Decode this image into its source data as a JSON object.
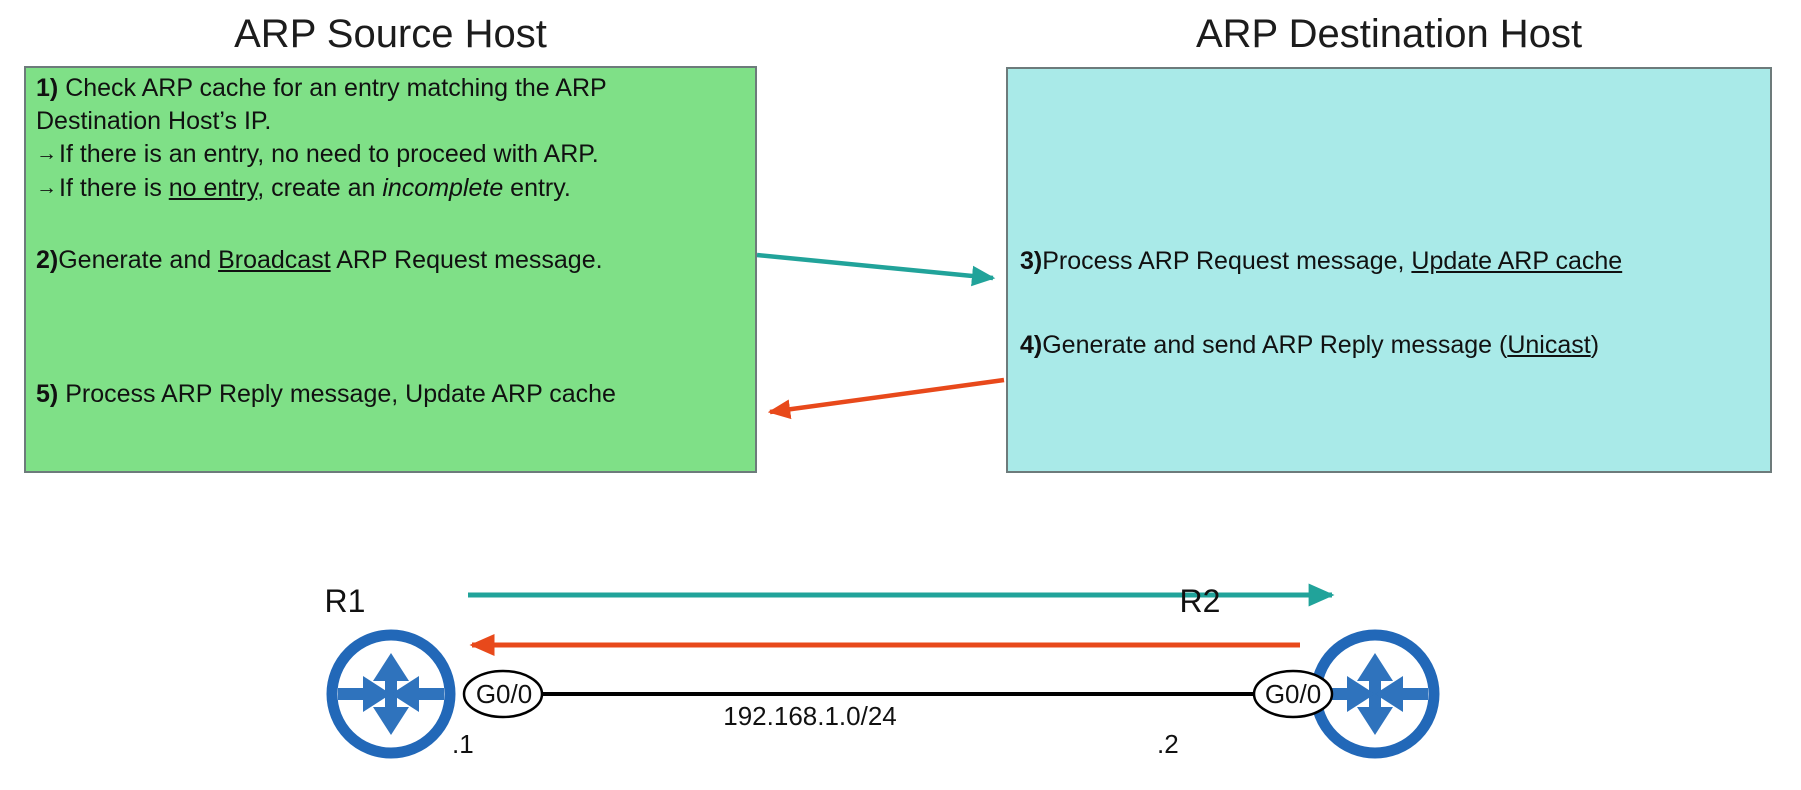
{
  "panels": {
    "source": {
      "title": "ARP Source Host",
      "fill": "#7fe087",
      "border": "#6d7b7b",
      "steps": {
        "step1_num": "1)",
        "step1_line1": "Check ARP cache for an entry matching the ARP",
        "step1_line2": "Destination Host’s IP.",
        "step1_sub1_prefix": "If there is an entry, no need to proceed with ARP.",
        "step1_sub2_a": "If there is ",
        "step1_sub2_underlined": "no entry",
        "step1_sub2_b": ", create an ",
        "step1_sub2_italic": "incomplete",
        "step1_sub2_c": " entry.",
        "step2_num": "2)",
        "step2_a": "Generate and ",
        "step2_underlined": "Broadcast",
        "step2_b": " ARP Request message.",
        "step5_num": "5)",
        "step5_text": "Process ARP Reply message, Update ARP cache"
      }
    },
    "destination": {
      "title": "ARP Destination Host",
      "fill": "#a9eae8",
      "border": "#6d7b7b",
      "steps": {
        "step3_num": "3)",
        "step3_a": "Process ARP Request message, ",
        "step3_underlined": "Update ARP cache",
        "step4_num": "4)",
        "step4_a": "Generate and send ARP Reply message (",
        "step4_underlined": "Unicast",
        "step4_b": ")"
      }
    }
  },
  "arrows": {
    "request_color": "#21a39a",
    "reply_color": "#e8491b",
    "request_name": "arp-request-arrow",
    "reply_name": "arp-reply-arrow"
  },
  "topology": {
    "router_left": {
      "name": "R1",
      "interface": "G0/0",
      "ip_last_octet": ".1",
      "icon": "router-icon",
      "color": "#2268b8"
    },
    "router_right": {
      "name": "R2",
      "interface": "G0/0",
      "ip_last_octet": ".2",
      "icon": "router-icon",
      "color": "#2268b8"
    },
    "link": {
      "subnet": "192.168.1.0/24",
      "color": "#000000"
    }
  }
}
